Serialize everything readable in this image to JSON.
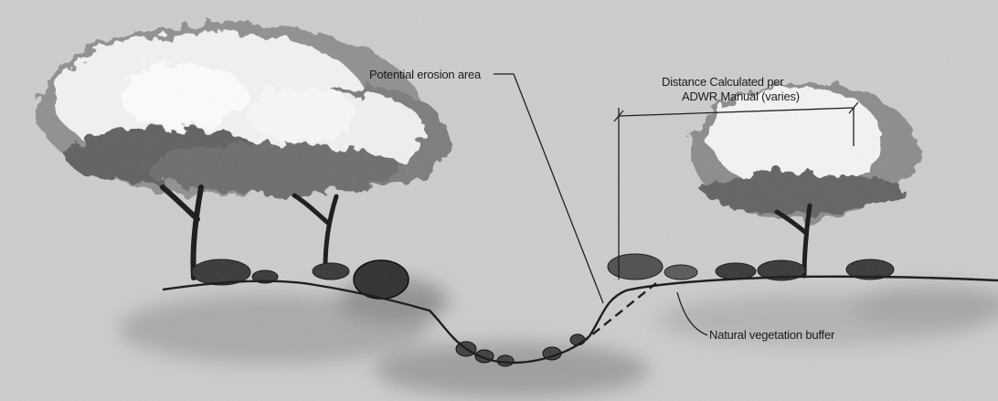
{
  "labels": {
    "erosion": "Potential erosion area",
    "distance_line1": "Distance Calculated per",
    "distance_line2": "ADWR Manual (varies)",
    "buffer": "Natural vegetation buffer"
  }
}
